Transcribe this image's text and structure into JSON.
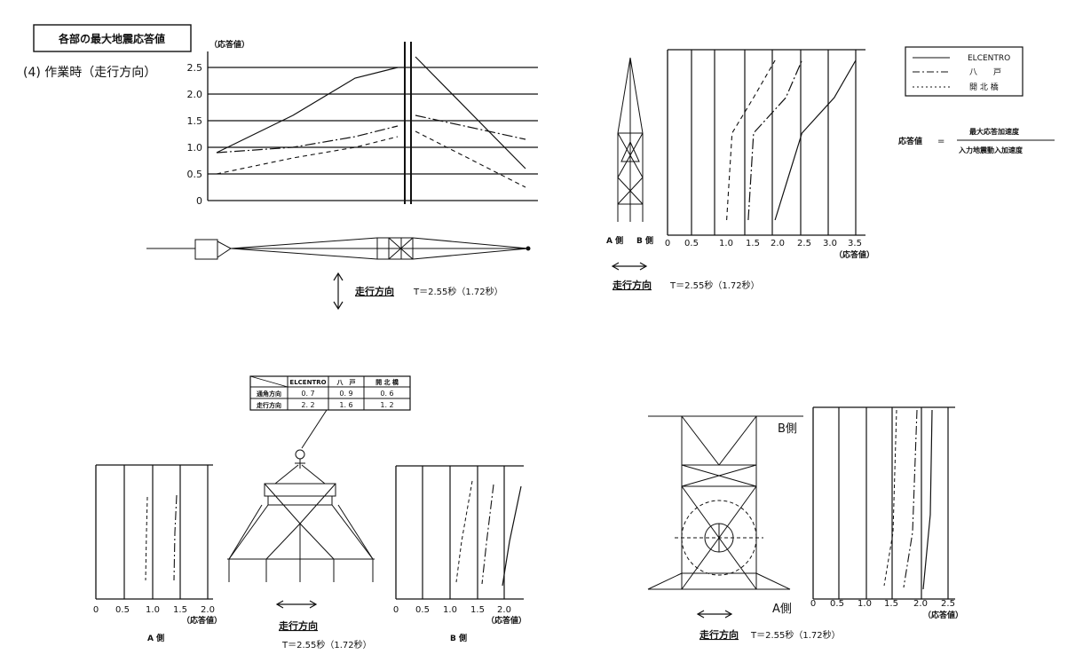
{
  "header": {
    "box_title": "各部の最大地震応答値",
    "subtitle": "(4)  作業時（走行方向）"
  },
  "legend": {
    "items": [
      {
        "label": "ELCENTRO",
        "style": "solid"
      },
      {
        "label": "八　　戸",
        "style": "dashdot"
      },
      {
        "label": "開 北 橋",
        "style": "dotted"
      }
    ]
  },
  "formula": {
    "lhs": "応答値",
    "eq": "=",
    "numerator": "最大応答加速度",
    "denominator": "入力地震動入加速度"
  },
  "chart1": {
    "yunit": "（応答値）",
    "yticks": [
      "2.5",
      "2.0",
      "1.5",
      "1.0",
      "0.5",
      "0"
    ],
    "direction": "走行方向",
    "period": "T＝2.55秒（1.72秒）"
  },
  "chart2": {
    "a_side": "A 側",
    "b_side": "B 側",
    "xticks": [
      "0",
      "0.5",
      "1.0",
      "1.5",
      "2.0",
      "2.5",
      "3.0",
      "3.5"
    ],
    "xunit": "（応答値）",
    "direction": "走行方向",
    "period": "T＝2.55秒（1.72秒）"
  },
  "chart3": {
    "table": {
      "headers": [
        "",
        "ELCENTRO",
        "八　戸",
        "開 北 橋"
      ],
      "rows": [
        [
          "通角方向",
          "0. 7",
          "0. 9",
          "0. 6"
        ],
        [
          "走行方向",
          "2. 2",
          "1. 6",
          "1. 2"
        ]
      ]
    },
    "left_xticks": [
      "0",
      "0.5",
      "1.0",
      "1.5",
      "2.0"
    ],
    "right_xticks": [
      "0",
      "0.5",
      "1.0",
      "1.5",
      "2.0"
    ],
    "xunit_left": "（応答値）",
    "xunit_right": "（応答値）",
    "a_side": "A 側",
    "b_side": "B 側",
    "direction": "走行方向",
    "period": "T＝2.55秒（1.72秒）"
  },
  "chart4": {
    "b_side": "B側",
    "a_side": "A側",
    "xticks": [
      "0",
      "0.5",
      "1.0",
      "1.5",
      "2.0",
      "2.5"
    ],
    "xunit": "（応答値）",
    "direction": "走行方向",
    "period": "T＝2.55秒（1.72秒）"
  },
  "chart_data": [
    {
      "type": "line",
      "y_range": [
        0,
        2.5
      ],
      "series": [
        {
          "name": "ELCENTRO",
          "style": "solid",
          "left": [
            0.9,
            1.6,
            2.3,
            2.5
          ],
          "right": [
            2.7,
            0.6
          ]
        },
        {
          "name": "八　　戸",
          "style": "dashdot",
          "left": [
            0.9,
            1.0,
            1.2,
            1.4
          ],
          "right": [
            1.6,
            1.15
          ]
        },
        {
          "name": "開 北 橋",
          "style": "dashed",
          "left": [
            0.5,
            0.8,
            1.0,
            1.2
          ],
          "right": [
            1.3,
            0.25
          ]
        }
      ]
    },
    {
      "type": "line",
      "x_range": [
        0,
        3.5
      ],
      "series": [
        {
          "name": "ELCENTRO",
          "style": "solid",
          "x": [
            2.0,
            2.5,
            3.1,
            3.5
          ]
        },
        {
          "name": "八　　戸",
          "style": "dashdot",
          "x": [
            1.5,
            1.6,
            2.2,
            2.5
          ]
        },
        {
          "name": "開 北 橋",
          "style": "dashed",
          "x": [
            1.1,
            1.2,
            1.6,
            2.0
          ]
        }
      ]
    }
  ]
}
